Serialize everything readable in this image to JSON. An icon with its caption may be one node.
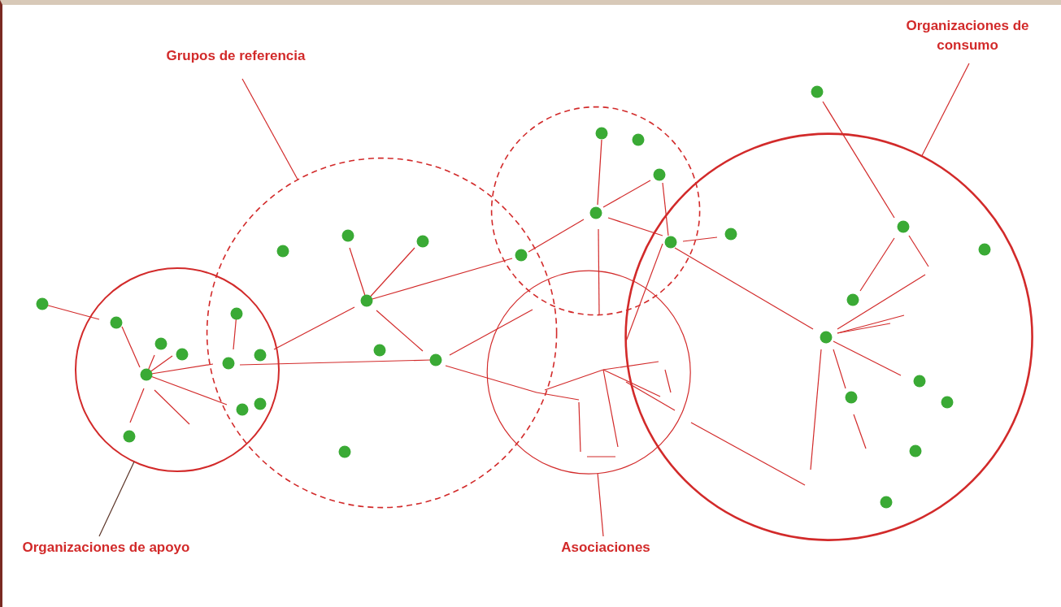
{
  "diagram": {
    "nodes": [
      {
        "text": [
          "Organizaciones de consumo"
        ]
      },
      {
        "text": [
          "Grupos de referencia"
        ]
      },
      {
        "text": [],
        "shape": "circle"
      },
      {
        "text": [],
        "shape": "circle"
      },
      {
        "text": [],
        "shape": "circle"
      },
      {
        "text": [],
        "shape": "circle"
      },
      {
        "text": [],
        "shape": "circle"
      },
      {
        "text": [
          "Organizaciones de apoyo"
        ]
      },
      {
        "text": [
          "Asociaciones"
        ]
      }
    ],
    "edges": [
      {
        "from": 0,
        "to": 4,
        "arrow": "none"
      },
      {
        "from": 1,
        "to": 2,
        "arrow": "none"
      },
      {
        "from": 7,
        "to": 5,
        "arrow": "none",
        "color": "#5a3326"
      },
      {
        "from": 8,
        "to": 6,
        "arrow": "none"
      }
    ]
  }
}
